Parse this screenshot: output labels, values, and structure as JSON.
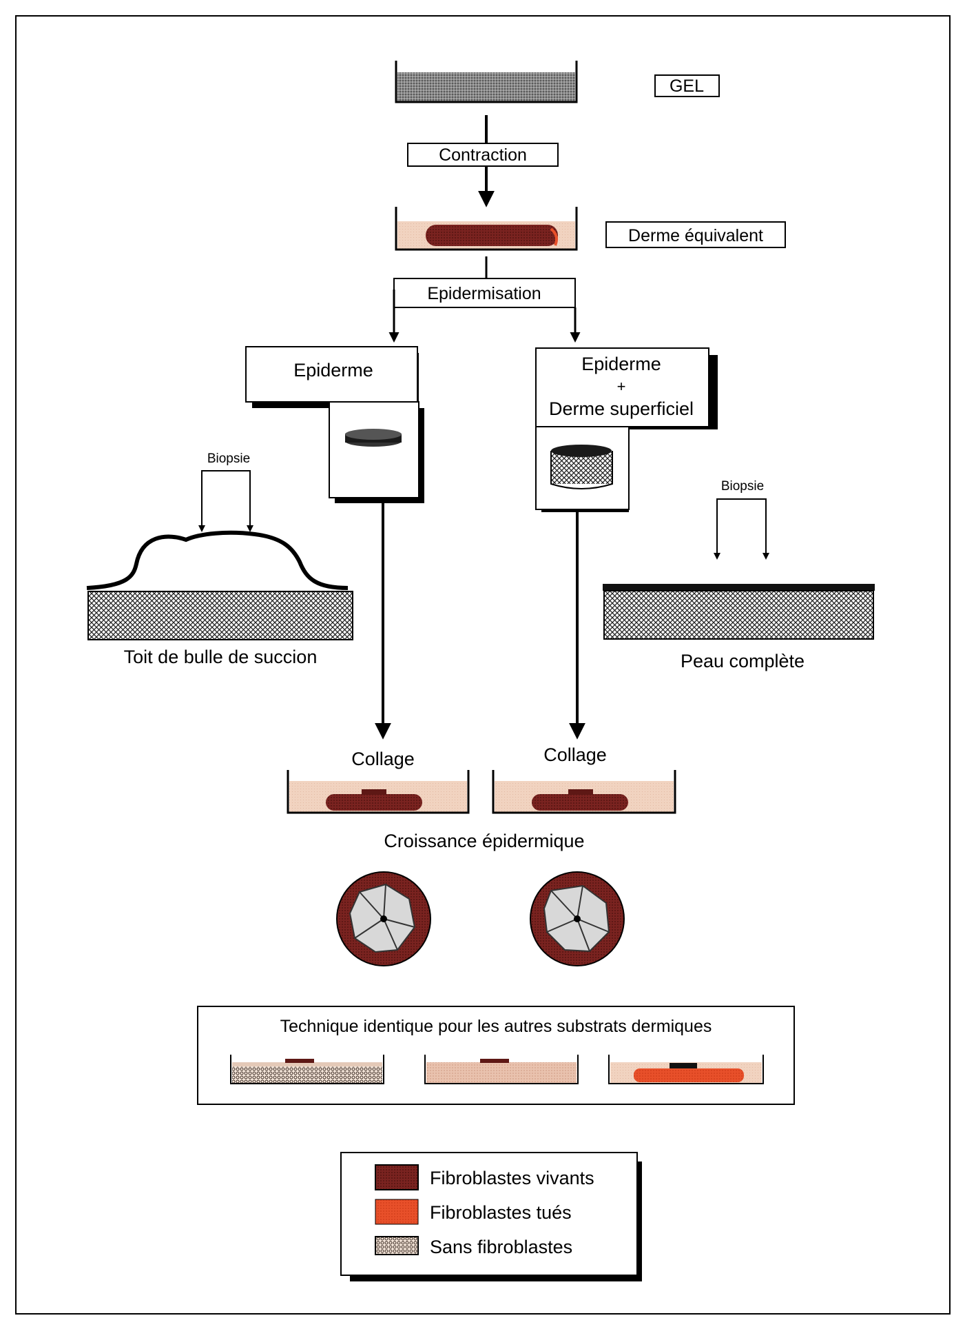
{
  "labels": {
    "gel": "GEL",
    "contraction": "Contraction",
    "derme_equivalent": "Derme équivalent",
    "epidermisation": "Epidermisation",
    "epiderme": "Epiderme",
    "epiderme_plus_1": "Epiderme",
    "plus": "+",
    "epiderme_plus_2": "Derme superficiel",
    "biopsie_left": "Biopsie",
    "biopsie_right": "Biopsie",
    "toit": "Toit de bulle de succion",
    "peau": "Peau complète",
    "collage_left": "Collage",
    "collage_right": "Collage",
    "croissance": "Croissance épidermique",
    "technique": "Technique identique pour les autres substrats dermiques"
  },
  "legend": [
    {
      "label": "Fibroblastes vivants",
      "pattern": "live"
    },
    {
      "label": "Fibroblastes tués",
      "pattern": "killed"
    },
    {
      "label": "Sans fibroblastes",
      "pattern": "none"
    }
  ],
  "colors": {
    "live_fibroblasts": "#7a2320",
    "killed_fibroblasts": "#e8502a",
    "medium": "#f1d3c0",
    "gel": "#7c7c7c",
    "epidermis_sheet": "#d8d8d8"
  }
}
